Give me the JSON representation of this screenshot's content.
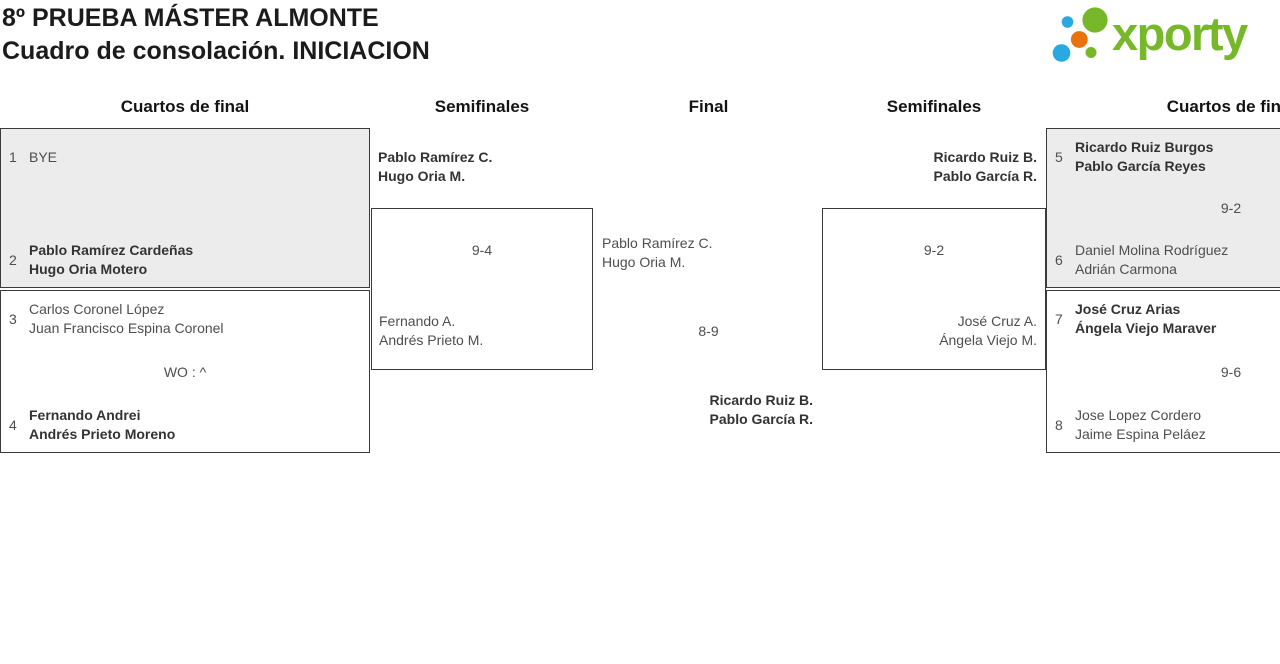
{
  "title": {
    "line1": "8º PRUEBA MÁSTER ALMONTE",
    "line2": "Cuadro de consolación. INICIACION"
  },
  "logo": {
    "brand": "xporty",
    "green": "#76b82a",
    "blue": "#29a9e0",
    "orange": "#e8730c"
  },
  "round_headers": [
    "Cuartos de final",
    "Semifinales",
    "Final",
    "Semifinales",
    "Cuartos de final"
  ],
  "bracket": {
    "quarterfinals": [
      {
        "score": "",
        "teams": [
          {
            "seed": "1",
            "line1": "BYE",
            "line2": ""
          },
          {
            "seed": "2",
            "line1": "Pablo Ramírez Cardeñas",
            "line2": "Hugo Oria Motero"
          }
        ]
      },
      {
        "score": "WO : ^",
        "teams": [
          {
            "seed": "3",
            "line1": "Carlos Coronel López",
            "line2": "Juan Francisco Espina Coronel"
          },
          {
            "seed": "4",
            "line1": "Fernando Andrei",
            "line2": "Andrés Prieto Moreno"
          }
        ]
      },
      {
        "score": "9-2",
        "teams": [
          {
            "seed": "5",
            "line1": "Ricardo Ruiz Burgos",
            "line2": "Pablo García Reyes"
          },
          {
            "seed": "6",
            "line1": "Daniel Molina Rodríguez",
            "line2": "Adrián Carmona"
          }
        ]
      },
      {
        "score": "9-6",
        "teams": [
          {
            "seed": "7",
            "line1": "José Cruz Arias",
            "line2": "Ángela Viejo Maraver"
          },
          {
            "seed": "8",
            "line1": "Jose Lopez Cordero",
            "line2": "Jaime Espina Peláez"
          }
        ]
      }
    ],
    "semifinals": [
      {
        "winner": {
          "line1": "Pablo Ramírez C.",
          "line2": "Hugo Oria M."
        },
        "score": "9-4",
        "loser": {
          "line1": "Fernando A.",
          "line2": "Andrés Prieto M."
        }
      },
      {
        "winner": {
          "line1": "Ricardo Ruiz B.",
          "line2": "Pablo García R."
        },
        "score": "9-2",
        "loser": {
          "line1": "José Cruz A.",
          "line2": "Ángela Viejo M."
        }
      }
    ],
    "final": {
      "team1": {
        "line1": "Pablo Ramírez C.",
        "line2": "Hugo Oria M."
      },
      "score": "8-9",
      "team2": {
        "line1": "Ricardo Ruiz B.",
        "line2": "Pablo García R."
      }
    }
  }
}
